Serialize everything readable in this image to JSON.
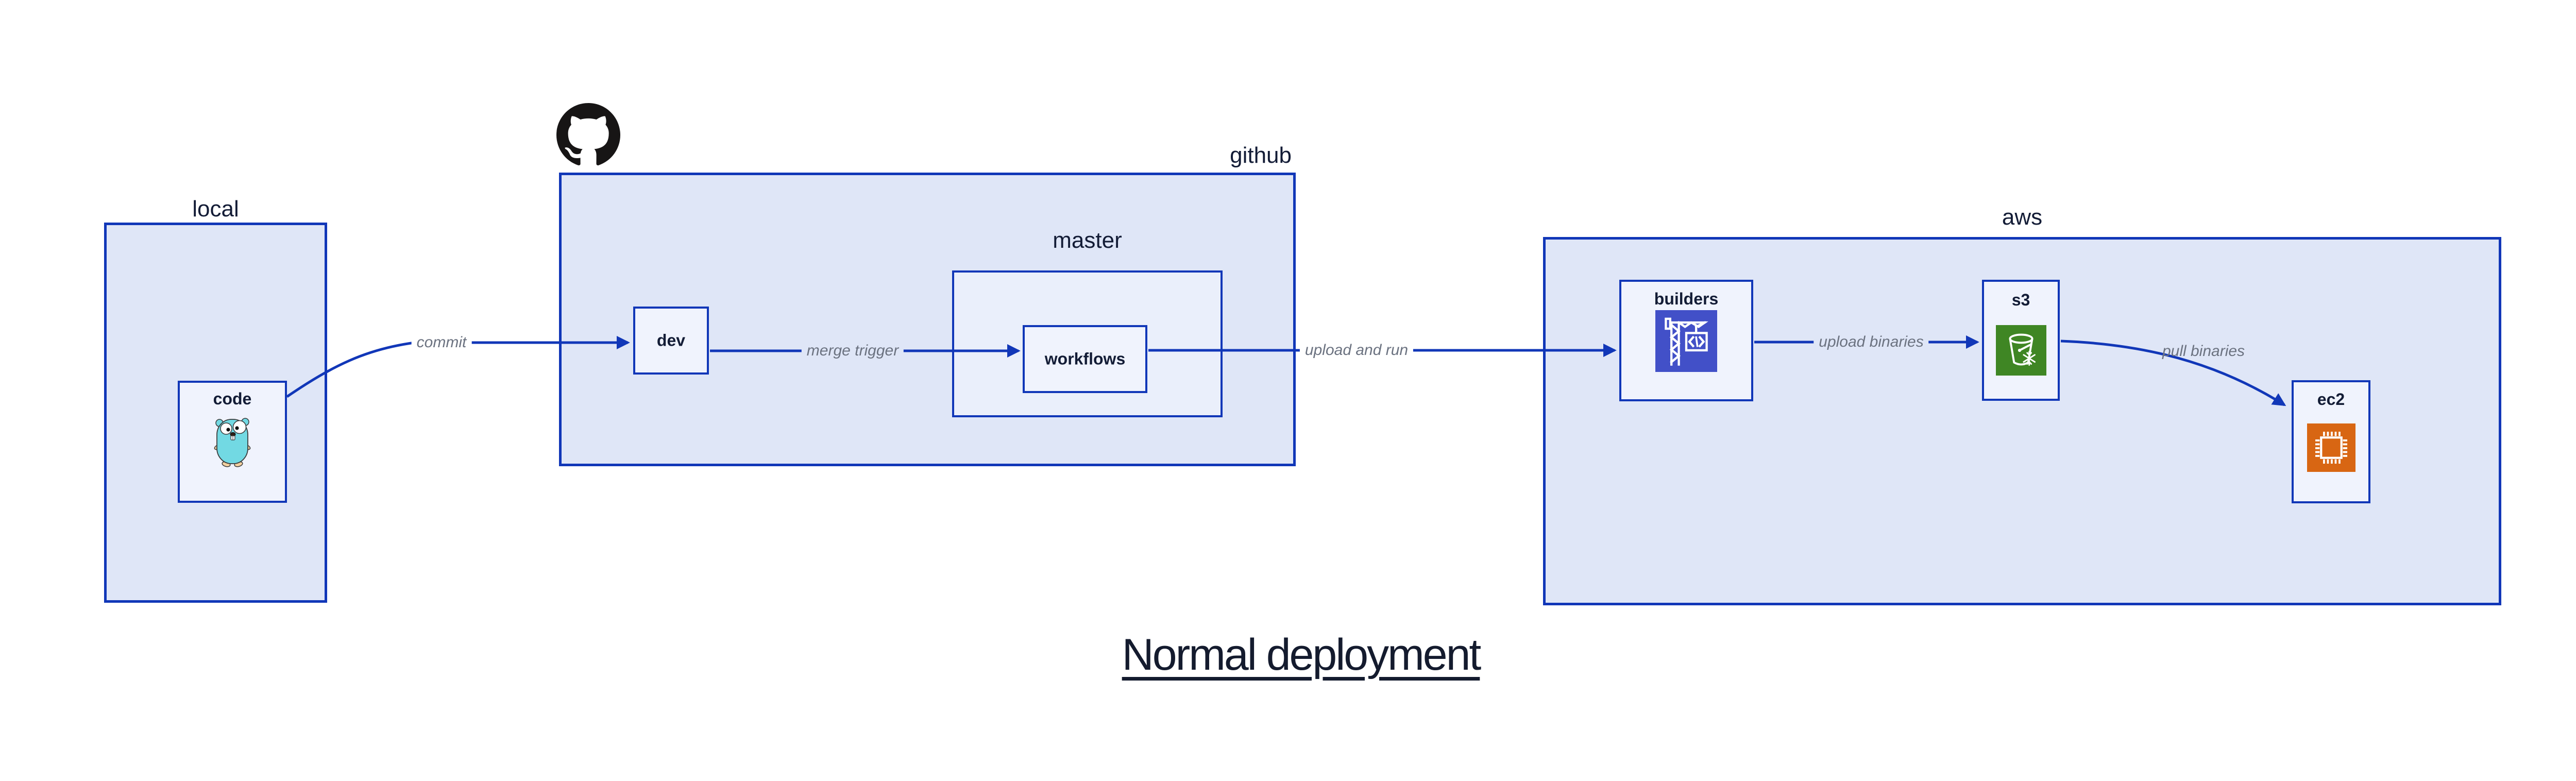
{
  "title": "Normal deployment",
  "groups": {
    "local": {
      "label": "local"
    },
    "github": {
      "label": "github"
    },
    "master": {
      "label": "master"
    },
    "aws": {
      "label": "aws"
    }
  },
  "nodes": {
    "code": {
      "label": "code",
      "icon": "go-gopher-icon"
    },
    "dev": {
      "label": "dev"
    },
    "workflows": {
      "label": "workflows"
    },
    "builders": {
      "label": "builders",
      "icon": "codebuild-crane-icon"
    },
    "s3": {
      "label": "s3",
      "icon": "s3-glacier-bucket-icon"
    },
    "ec2": {
      "label": "ec2",
      "icon": "ec2-chip-icon"
    }
  },
  "edges": {
    "commit": {
      "label": "commit"
    },
    "merge_trigger": {
      "label": "merge trigger"
    },
    "upload_and_run": {
      "label": "upload and run"
    },
    "upload_binaries": {
      "label": "upload binaries"
    },
    "pull_binaries": {
      "label": "pull binaries"
    }
  },
  "icons": {
    "octocat": "github-octocat-icon"
  },
  "colors": {
    "line": "#1137b8",
    "group_fill": "#dfe6f7",
    "master_fill": "#eaeffb",
    "node_fill": "#f0f3fd",
    "edge_label": "#6b7280",
    "text_navy": "#131c36",
    "title_color": "#141b2e",
    "octocat_black": "#171515",
    "gopher_teal": "#72d9e3",
    "codebuild_indigo": "#4250c8",
    "s3_green": "#3f8624",
    "ec2_orange": "#d86613",
    "canvas_bg": "#ffffff"
  }
}
